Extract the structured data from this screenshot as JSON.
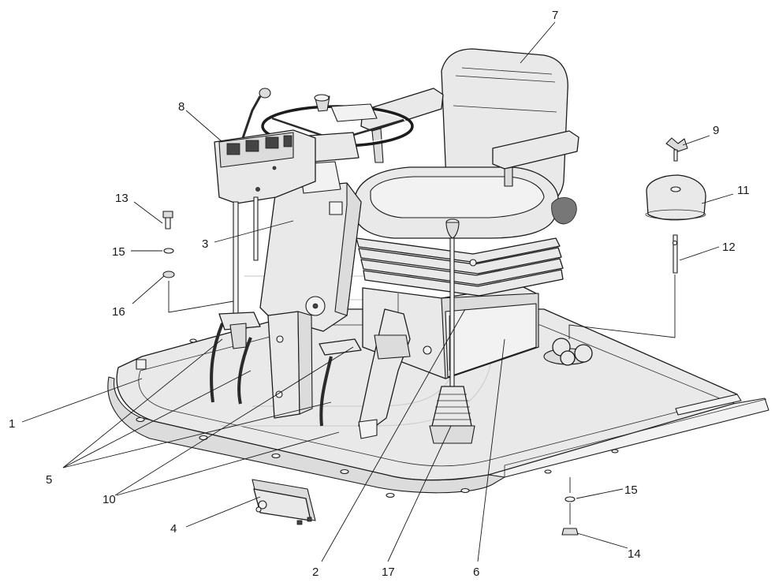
{
  "callouts": [
    {
      "id": "c1",
      "label": "1"
    },
    {
      "id": "c2",
      "label": "2"
    },
    {
      "id": "c3",
      "label": "3"
    },
    {
      "id": "c4",
      "label": "4"
    },
    {
      "id": "c5",
      "label": "5"
    },
    {
      "id": "c6",
      "label": "6"
    },
    {
      "id": "c7",
      "label": "7"
    },
    {
      "id": "c8",
      "label": "8"
    },
    {
      "id": "c9",
      "label": "9"
    },
    {
      "id": "c10",
      "label": "10"
    },
    {
      "id": "c11",
      "label": "11"
    },
    {
      "id": "c12",
      "label": "12"
    },
    {
      "id": "c13",
      "label": "13"
    },
    {
      "id": "c14",
      "label": "14"
    },
    {
      "id": "c15a",
      "label": "15"
    },
    {
      "id": "c15b",
      "label": "15"
    },
    {
      "id": "c16",
      "label": "16"
    },
    {
      "id": "c17",
      "label": "17"
    }
  ]
}
